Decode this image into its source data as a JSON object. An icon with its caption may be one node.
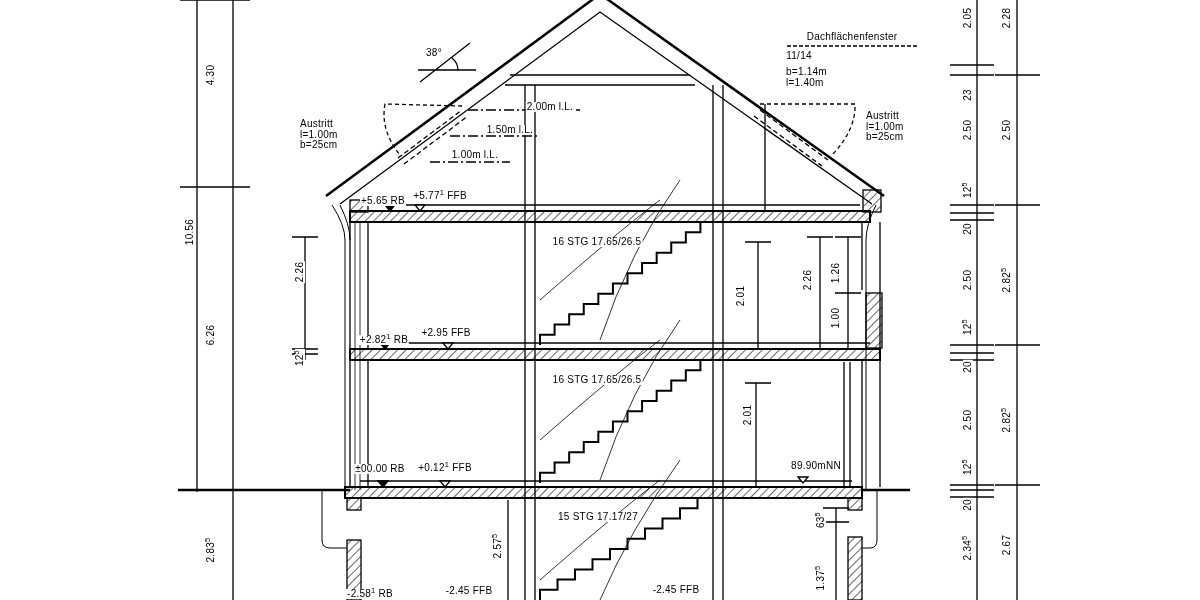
{
  "diagram": {
    "labels": [
      "4.30",
      "10.56",
      "6.26",
      "2.83$^{5}$",
      "2.26",
      "12$^{5}$",
      "38°",
      "2.00m l.L.",
      "Austritt l=1.00m b=25cm",
      "1.50m l.L.",
      "1.00m l.L.",
      "Dachflächenfenster",
      "11/14",
      "b=1.14m l=1.40m",
      "Austritt l=1.00m b=25cm",
      "+5.65 RB",
      "+5.77$^{1}$ FFB",
      "16 STG 17.65/26.5",
      "2.01",
      "2.26",
      "1.26",
      "1.00",
      "+2.82$^{1}$ RB",
      "+2.95 FFB",
      "16 STG 17.65/26.5",
      "2.01",
      "±00.00 RB",
      "+0.12$^{1}$ FFB",
      "89.90mNN",
      "15 STG 17.17/27",
      "2.57$^{5}$",
      "63$^{5}$",
      "1.37$^{5}$",
      "-2.58$^{1}$ RB",
      "-2.45 FFB",
      "-2.45 FFB",
      "2.05",
      "2.28",
      "23",
      "2.50",
      "2.50",
      "12$^{5}$",
      "20",
      "2.50",
      "2.82$^{5}$",
      "12$^{5}$",
      "20",
      "2.50",
      "2.82$^{5}$",
      "12$^{5}$",
      "20",
      "2.34$^{5}$",
      "2.67"
    ]
  }
}
